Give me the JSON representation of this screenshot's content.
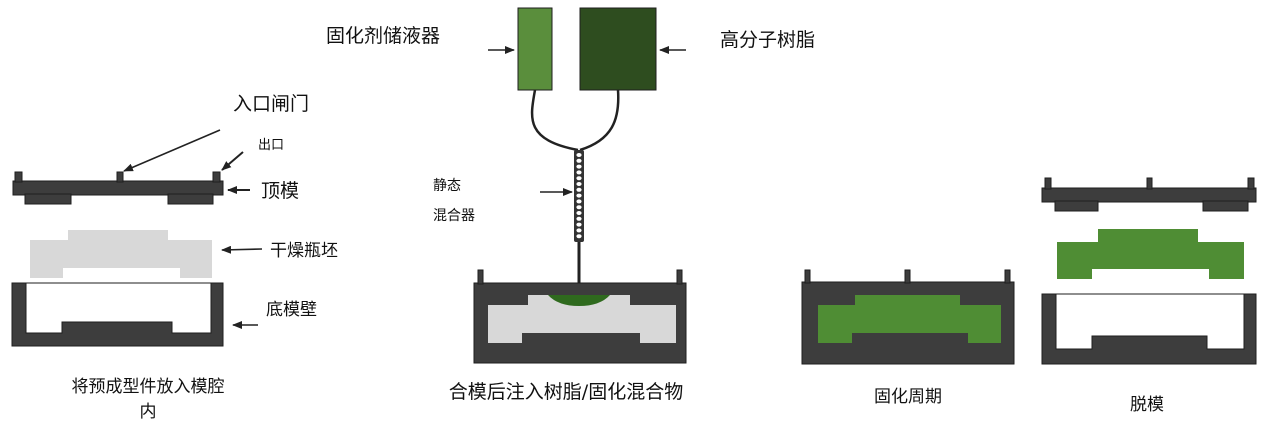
{
  "colors": {
    "mold": "#3d3d3d",
    "mold_stroke": "#1e1e1e",
    "preform": "#d8d8d8",
    "resin_light": "#5a8e3c",
    "resin_dark": "#2e4d1f",
    "composite": "#4f8d34",
    "mixer": "#333333"
  },
  "icons": {
    "arrow": "arrow-icon",
    "static_mixer": "static-mixer-icon"
  },
  "step1": {
    "inlet_gate": "入口闸门",
    "outlet": "出口",
    "top_mold": "顶模",
    "dry_preform": "干燥瓶坯",
    "bottom_mold_wall": "底模壁",
    "caption_line1": "将预成型件放入模腔",
    "caption_line2": "内"
  },
  "step2": {
    "curing_agent_reservoir": "固化剂储液器",
    "polymer_resin": "高分子树脂",
    "static_mixer_line1": "静态",
    "static_mixer_line2": "混合器",
    "caption": "合模后注入树脂/固化混合物"
  },
  "step3": {
    "caption": "固化周期"
  },
  "step4": {
    "caption": "脱模"
  }
}
